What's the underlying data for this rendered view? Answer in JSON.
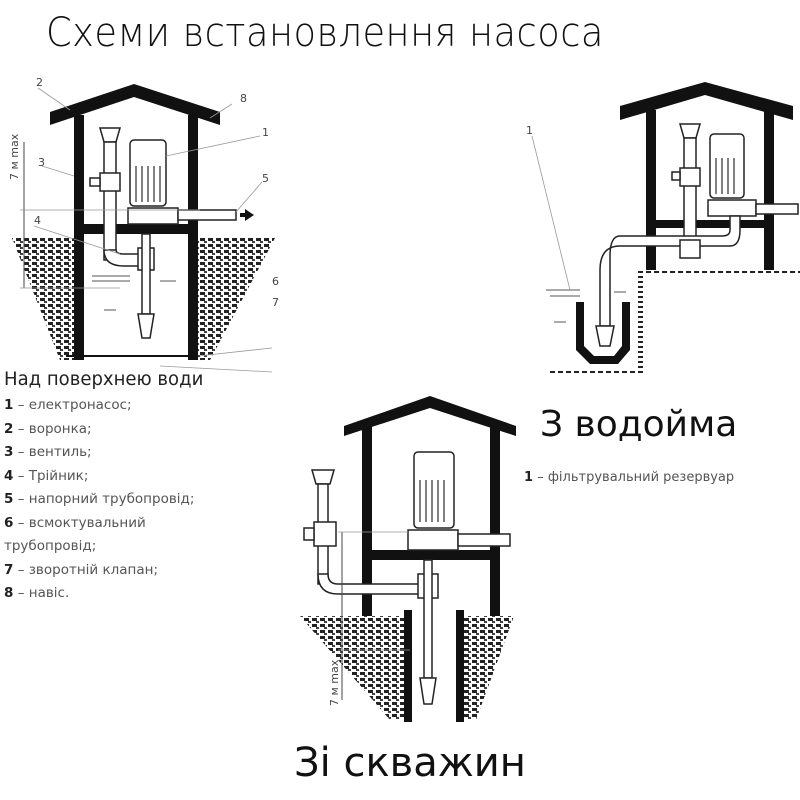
{
  "title": "Схеми встановлення насоса",
  "diagrams": {
    "above_water": {
      "heading": "Над поверхнею води",
      "callouts": [
        "1",
        "2",
        "3",
        "4",
        "5",
        "6",
        "7",
        "8"
      ],
      "height_label": "7 м max",
      "legend": [
        {
          "num": "1",
          "text": "– електронасос;"
        },
        {
          "num": "2",
          "text": "– воронка;"
        },
        {
          "num": "3",
          "text": "– вентиль;"
        },
        {
          "num": "4",
          "text": "– Трійник;"
        },
        {
          "num": "5",
          "text": "– напорний трубопровід;"
        },
        {
          "num": "6",
          "text": "– всмоктувальний"
        },
        {
          "num": "",
          "text": "трубопровід;"
        },
        {
          "num": "7",
          "text": "– зворотній клапан;"
        },
        {
          "num": "8",
          "text": "– навіс."
        }
      ]
    },
    "from_reservoir": {
      "caption": "З водойма",
      "callout": "1",
      "legend": {
        "num": "1",
        "text": "– фільтрувальний резервуар"
      }
    },
    "from_well": {
      "caption": "Зі скважин",
      "height_label": "7 м max"
    }
  },
  "colors": {
    "ink": "#111111",
    "text_muted": "#555555",
    "background": "#ffffff"
  }
}
